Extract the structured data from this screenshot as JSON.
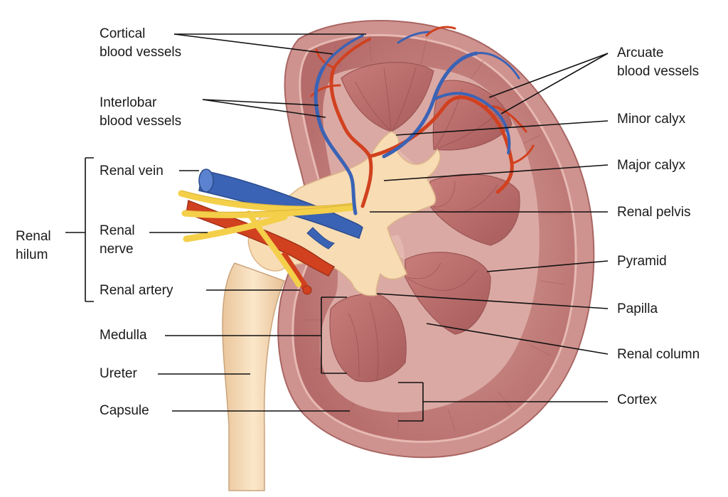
{
  "labels": {
    "cortical_blood_vessels": [
      "Cortical",
      "blood vessels"
    ],
    "interlobar_blood_vessels": [
      "Interlobar",
      "blood vessels"
    ],
    "renal_vein": "Renal vein",
    "renal_nerve": [
      "Renal",
      "nerve"
    ],
    "renal_artery": "Renal artery",
    "renal_hilum": [
      "Renal",
      "hilum"
    ],
    "medulla": "Medulla",
    "ureter": "Ureter",
    "capsule": "Capsule",
    "arcuate_blood_vessels": [
      "Arcuate",
      "blood vessels"
    ],
    "minor_calyx": "Minor calyx",
    "major_calyx": "Major calyx",
    "renal_pelvis": "Renal pelvis",
    "pyramid": "Pyramid",
    "papilla": "Papilla",
    "renal_column": "Renal column",
    "cortex": "Cortex"
  },
  "colors": {
    "capsule_outer": "#c98c88",
    "cortex": "#c27a77",
    "medulla_bg": "#d9a4a0",
    "pyramid": "#b86e6d",
    "pelvis": "#f7dcb4",
    "artery": "#d1411f",
    "vein": "#3b63b5",
    "nerve": "#f4cf4a",
    "ureter": "#f2d5ad"
  }
}
